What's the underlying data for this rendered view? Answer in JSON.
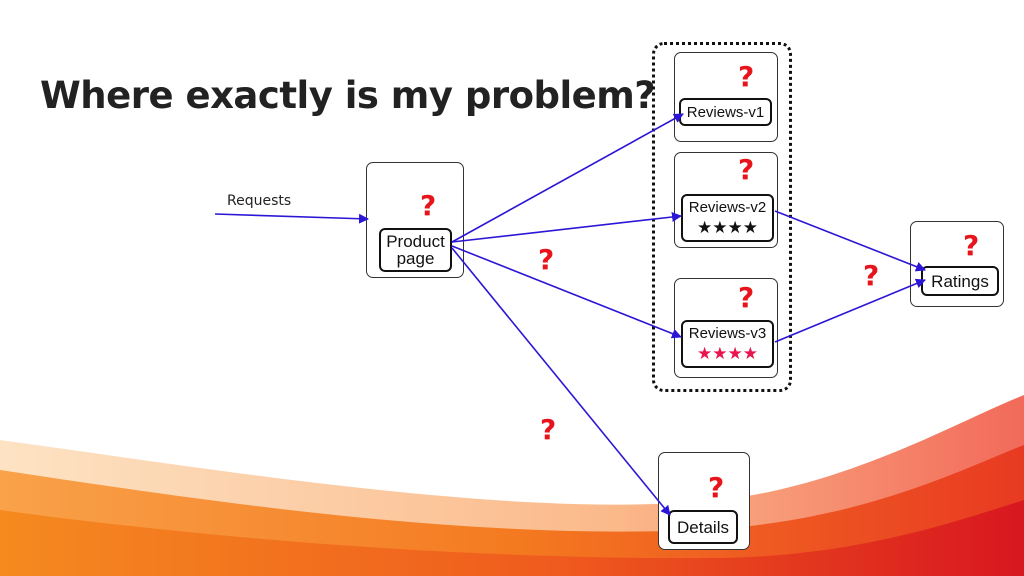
{
  "slide": {
    "title": "Where exactly is my problem?",
    "requests_label": "Requests",
    "question_mark": "?"
  },
  "services": {
    "productpage": "Product page",
    "reviews_v1": "Reviews-v1",
    "reviews_v2": "Reviews-v2",
    "reviews_v3": "Reviews-v3",
    "ratings": "Ratings",
    "details": "Details",
    "reviews_v2_stars": "★★★★",
    "reviews_v3_stars": "★★★★"
  },
  "colors": {
    "arrow": "#2c16d6",
    "question": "#e8141b",
    "stars_v2": "#111111",
    "stars_v3": "#e8154f",
    "wave_orange": "#f47a20",
    "wave_red": "#e02424"
  }
}
